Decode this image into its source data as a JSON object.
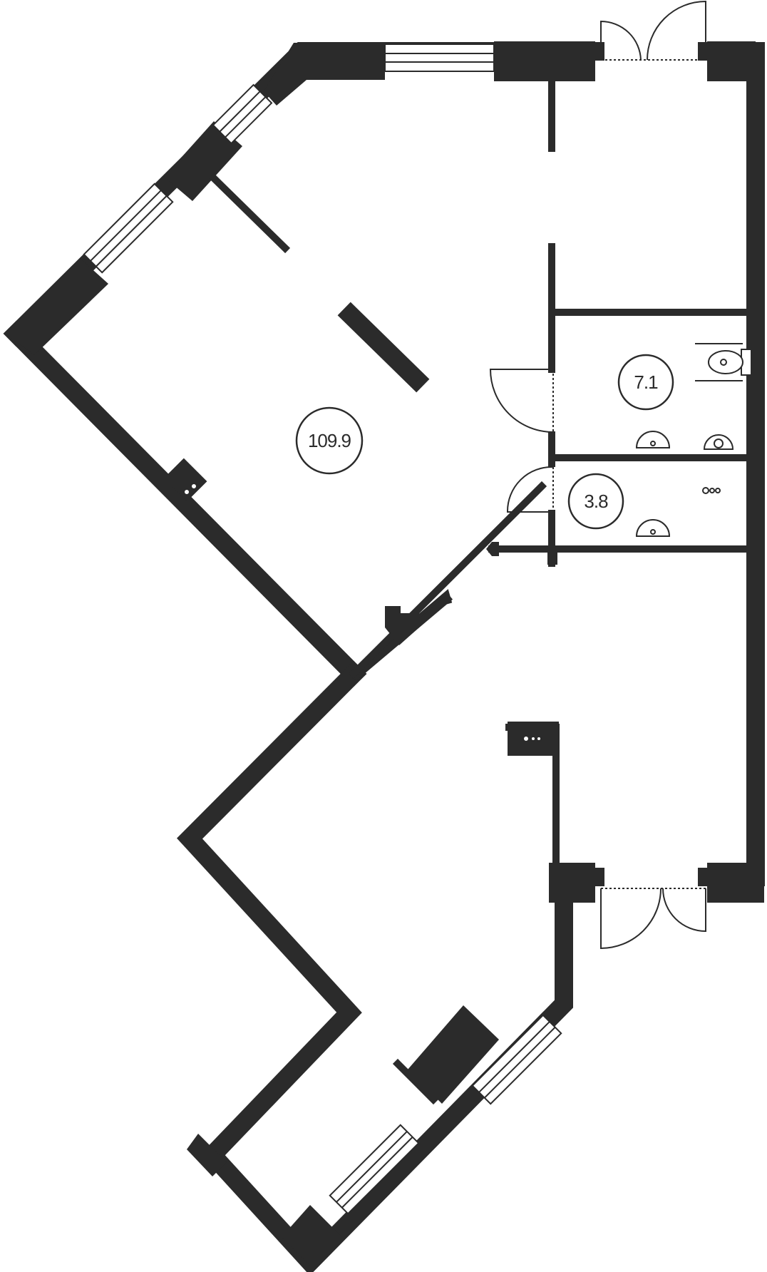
{
  "plan": {
    "colors": {
      "wall": "#2b2b2b",
      "background": "#ffffff"
    },
    "rooms": [
      {
        "id": "main-hall",
        "area_label": "109.9"
      },
      {
        "id": "bathroom",
        "area_label": "7.1"
      },
      {
        "id": "restroom",
        "area_label": "3.8"
      }
    ],
    "icons": {
      "door": "double-door-icon",
      "single_door": "swing-door-icon",
      "window": "window-icon",
      "toilet": "toilet-icon",
      "sink": "sink-icon",
      "riser": "utility-riser-icon"
    }
  }
}
